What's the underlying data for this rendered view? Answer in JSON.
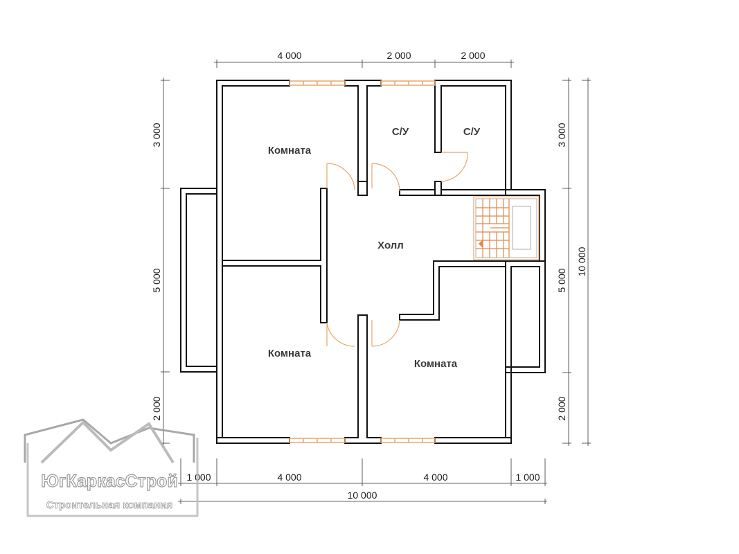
{
  "plan": {
    "rooms": {
      "komnata_top_left": "Комната",
      "su_left": "С/У",
      "su_right": "С/У",
      "holl": "Холл",
      "komnata_bottom_left": "Комната",
      "komnata_bottom_right": "Комната"
    },
    "dimensions": {
      "top": [
        "4 000",
        "2 000",
        "2 000"
      ],
      "bottom": [
        "1 000",
        "4 000",
        "4 000",
        "1 000"
      ],
      "bottom_total": "10 000",
      "left": [
        "3 000",
        "5 000",
        "2 000"
      ],
      "right": [
        "3 000",
        "5 000",
        "2 000"
      ],
      "right_total": "10 000"
    }
  },
  "watermark": {
    "brand": "ЮгКаркасСтрой",
    "subtitle": "Строительная компания"
  },
  "colors": {
    "wall_fill": "#ffffff",
    "wall_stroke": "#111111",
    "window": "#e8a66a",
    "door": "#e8a66a",
    "stair": "#e0884a",
    "dimension_line": "#333333"
  }
}
